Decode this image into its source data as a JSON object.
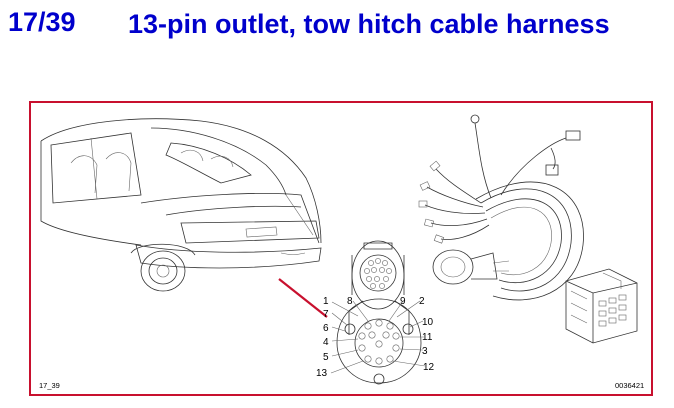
{
  "header": {
    "page_number": "17/39",
    "title": "13-pin outlet, tow hitch cable harness"
  },
  "diagram": {
    "footer_left": "17_39",
    "footer_right": "0036421",
    "pin_labels": {
      "p1": "1",
      "p7": "7",
      "p6": "6",
      "p4": "4",
      "p5": "5",
      "p13": "13",
      "p8": "8",
      "p9": "9",
      "p2": "2",
      "p10": "10",
      "p11": "11",
      "p3": "3",
      "p12": "12"
    }
  },
  "colors": {
    "title": "#0000cc",
    "frame_border": "#c8102e",
    "pointer_arrow": "#c8102e"
  }
}
